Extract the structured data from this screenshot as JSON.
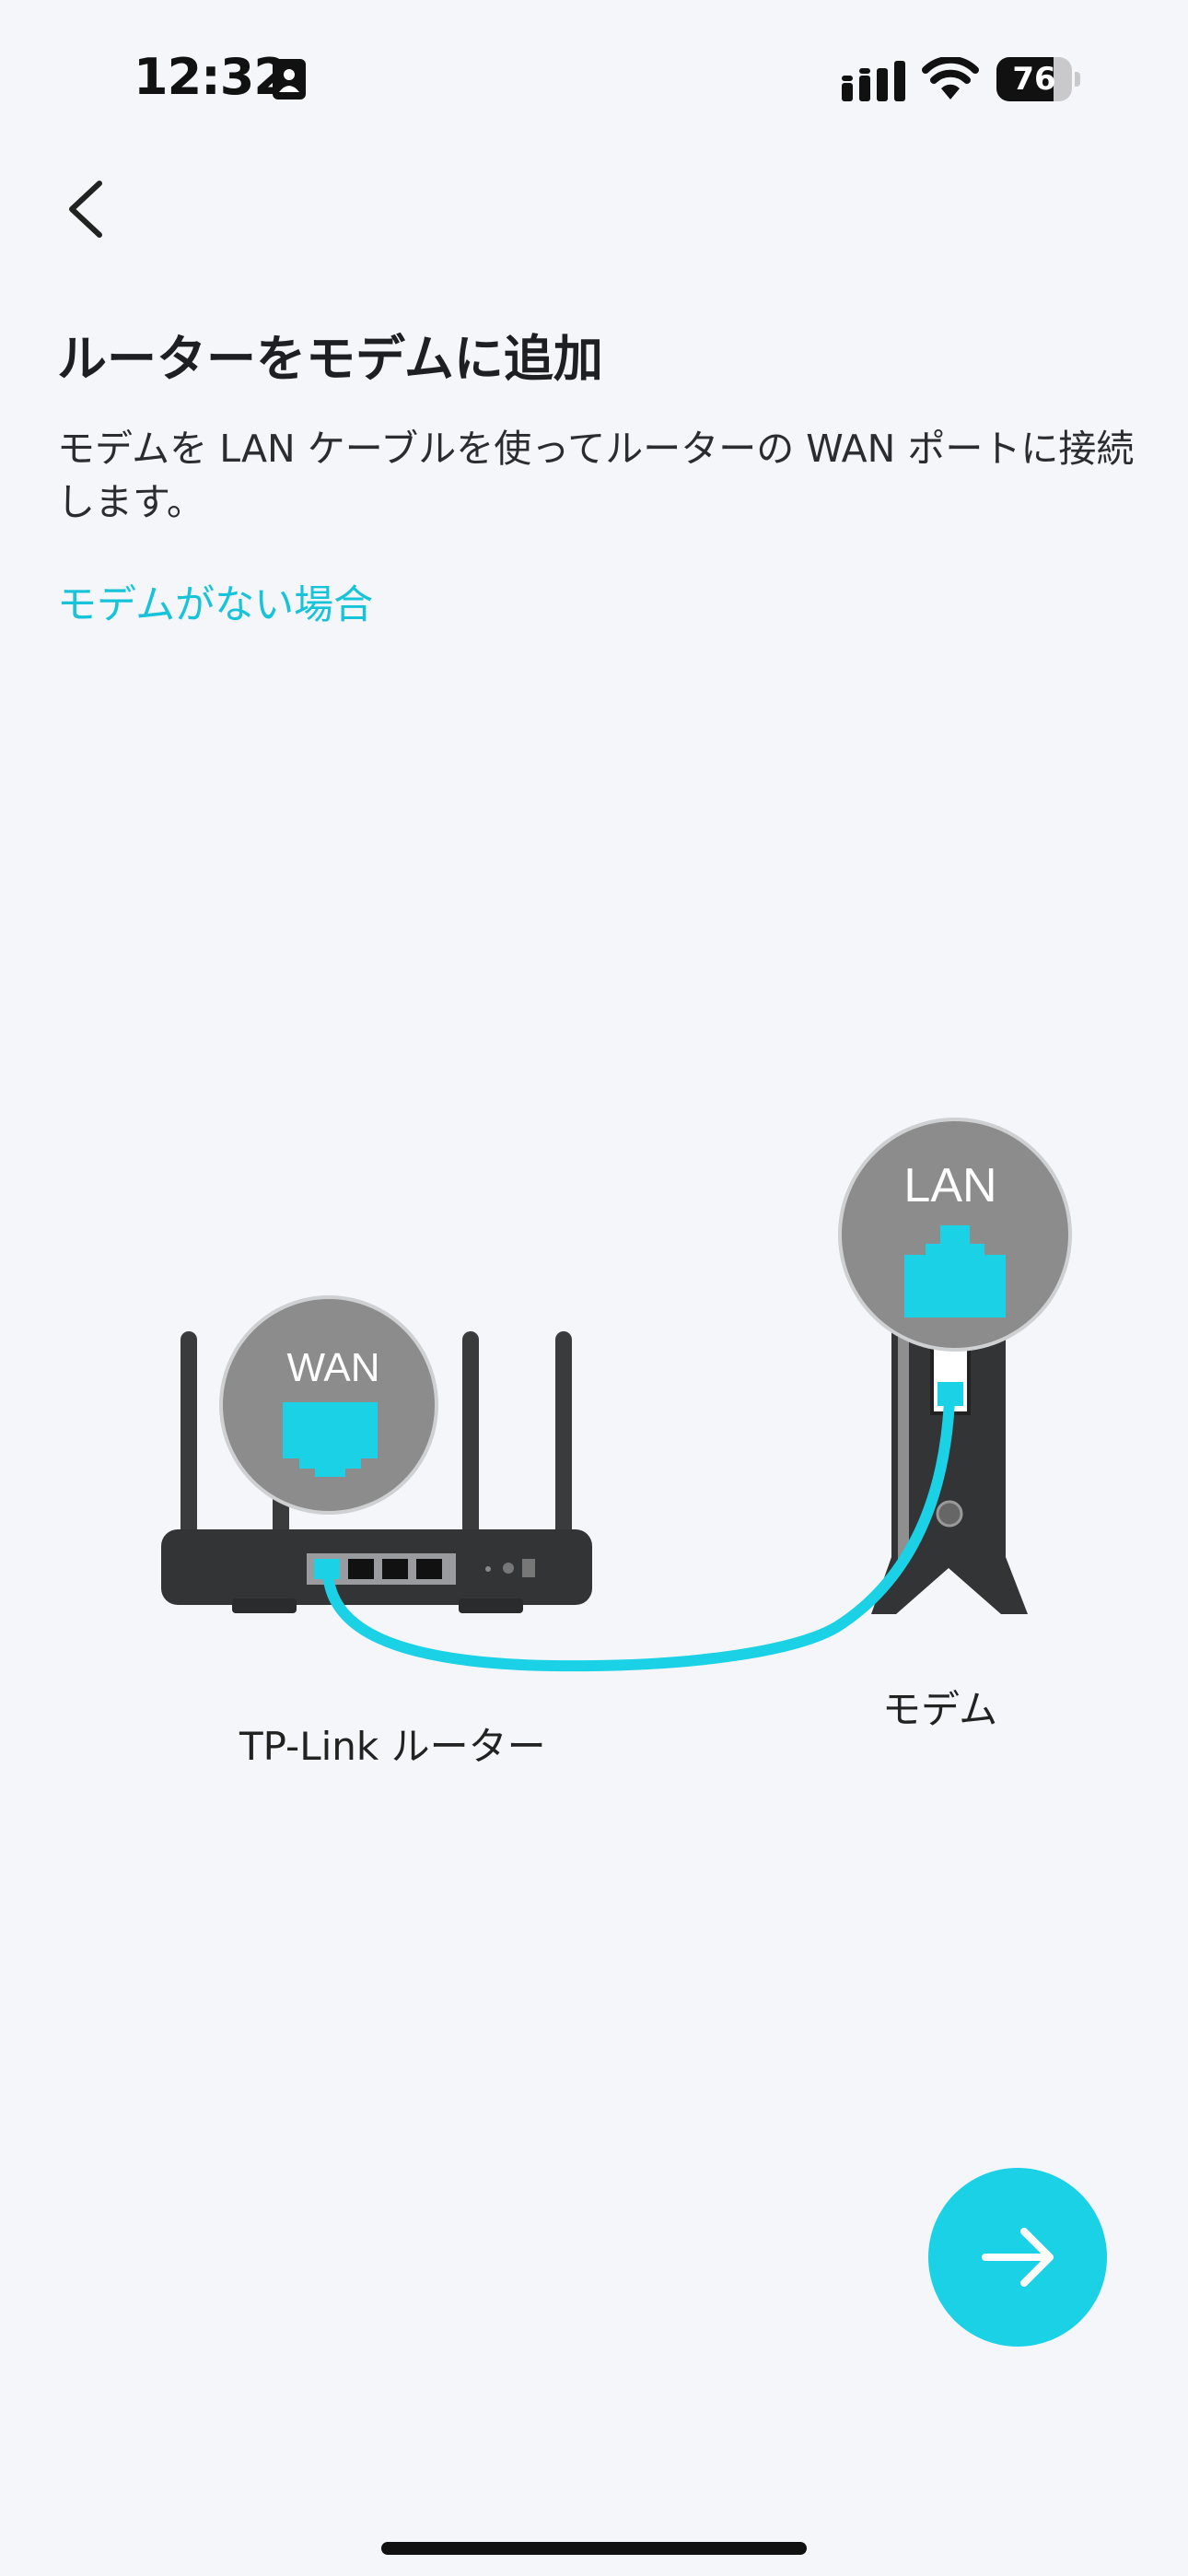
{
  "status_bar": {
    "time": "12:32",
    "battery_level": "76",
    "battery_fraction": 0.76
  },
  "page": {
    "title": "ルーターをモデムに追加",
    "description": "モデムを LAN ケーブルを使ってルーターの WAN ポートに接続します。",
    "no_modem_link": "モデムがない場合"
  },
  "illustration": {
    "router_port_label": "WAN",
    "modem_port_label": "LAN",
    "router_label": "TP-Link ルーター",
    "modem_label": "モデム"
  },
  "colors": {
    "accent": "#1ad1e5",
    "link": "#17c3d9",
    "background": "#f4f6fa",
    "device_dark": "#333436",
    "callout_gray": "#8c8c8c"
  },
  "icons": {
    "back": "chevron-left-icon",
    "next": "arrow-right-icon"
  }
}
